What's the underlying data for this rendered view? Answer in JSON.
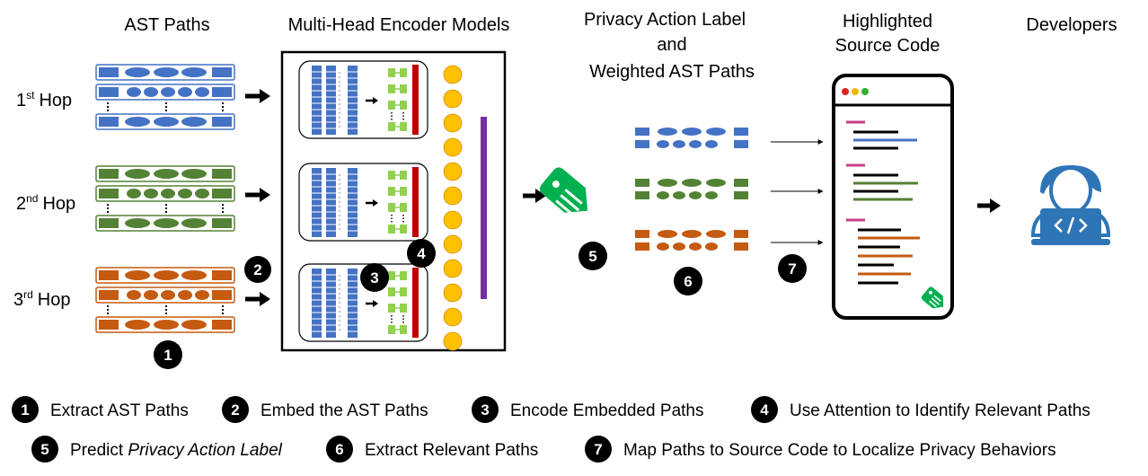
{
  "headers": {
    "ast_paths": "AST Paths",
    "encoder_models": "Multi-Head Encoder Models",
    "privacy_label_line1": "Privacy Action Label",
    "privacy_label_line2": "and",
    "privacy_label_line3": "Weighted AST Paths",
    "highlighted_line1": "Highlighted",
    "highlighted_line2": "Source Code",
    "developers": "Developers"
  },
  "hops": [
    {
      "num": "1",
      "sup": "st",
      "word": "Hop",
      "color": "#4472C4"
    },
    {
      "num": "2",
      "sup": "nd",
      "word": "Hop",
      "color": "#548235"
    },
    {
      "num": "3",
      "sup": "rd",
      "word": "Hop",
      "color": "#C55A11"
    }
  ],
  "step_markers": {
    "m1": "1",
    "m2": "2",
    "m3": "3",
    "m4": "4",
    "m5": "5",
    "m6": "6",
    "m7": "7"
  },
  "legend": [
    {
      "num": "1",
      "prefix": "Extract AST Paths",
      "italic": "",
      "suffix": ""
    },
    {
      "num": "2",
      "prefix": "Embed the AST Paths",
      "italic": "",
      "suffix": ""
    },
    {
      "num": "3",
      "prefix": "Encode Embedded Paths",
      "italic": "",
      "suffix": ""
    },
    {
      "num": "4",
      "prefix": "Use Attention to Identify Relevant Paths",
      "italic": "",
      "suffix": ""
    },
    {
      "num": "5",
      "prefix": "Predict ",
      "italic": "Privacy Action Label",
      "suffix": ""
    },
    {
      "num": "6",
      "prefix": "Extract Relevant Paths",
      "italic": "",
      "suffix": ""
    },
    {
      "num": "7",
      "prefix": "Map Paths to Source Code to Localize Privacy Behaviors",
      "italic": "",
      "suffix": ""
    }
  ],
  "icons": [
    "price-tag-icon",
    "developer-laptop-icon",
    "code-brackets-icon",
    "browser-window-icon"
  ],
  "colors": {
    "blue": "#4472C4",
    "green": "#548235",
    "orange": "#C55A11",
    "attention": "#FFC000",
    "purple": "#7030A0",
    "red": "#C00000",
    "light_green": "#92D050",
    "tag_green": "#00B050",
    "code_pink": "#C83D8A",
    "dev_blue": "#2E75B6"
  }
}
